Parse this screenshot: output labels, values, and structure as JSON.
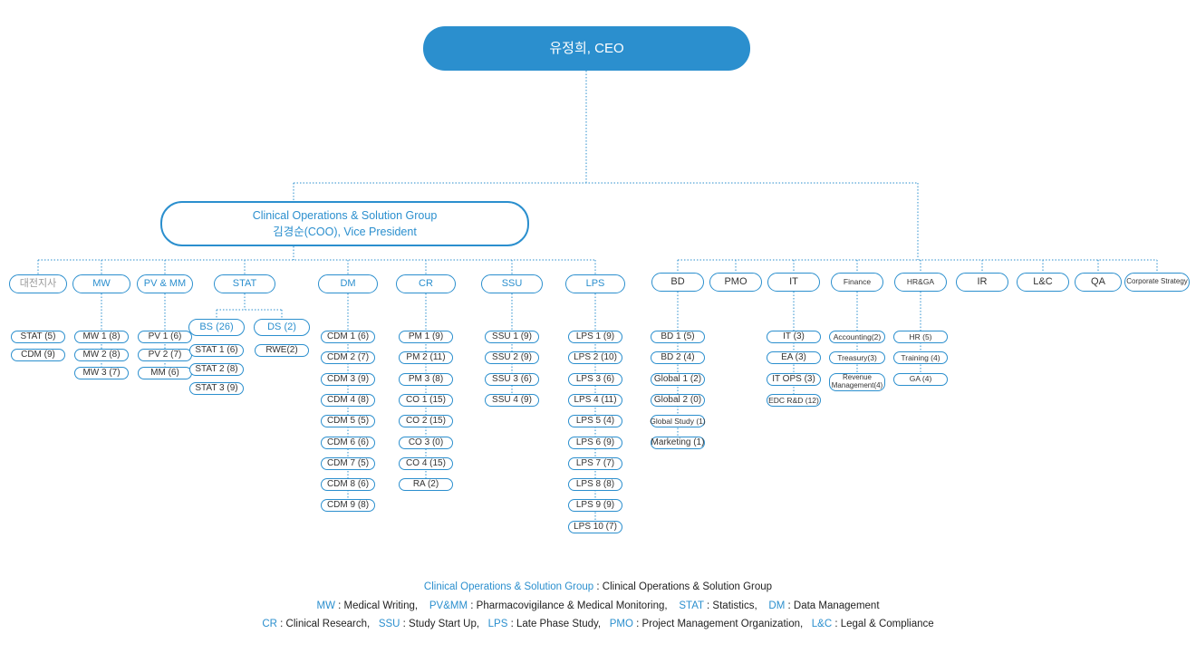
{
  "ceo": "유정희, CEO",
  "coo": {
    "line1": "Clinical Operations & Solution Group",
    "line2": "김경순(COO), Vice President"
  },
  "left_depts": [
    {
      "label": "대전지사",
      "teams": [
        "STAT (5)",
        "CDM (9)"
      ]
    },
    {
      "label": "MW",
      "teams": [
        "MW 1 (8)",
        "MW 2 (8)",
        "MW 3 (7)"
      ]
    },
    {
      "label": "PV & MM",
      "teams": [
        "PV 1 (6)",
        "PV 2 (7)",
        "MM (6)"
      ]
    },
    {
      "label": "STAT",
      "subgroups": [
        {
          "label": "BS (26)",
          "teams": [
            "STAT 1 (6)",
            "STAT 2 (8)",
            "STAT 3 (9)"
          ]
        },
        {
          "label": "DS (2)",
          "teams": [
            "RWE(2)"
          ]
        }
      ]
    },
    {
      "label": "DM",
      "teams": [
        "CDM 1 (6)",
        "CDM 2 (7)",
        "CDM 3 (9)",
        "CDM 4 (8)",
        "CDM 5 (5)",
        "CDM 6 (6)",
        "CDM 7 (5)",
        "CDM 8 (6)",
        "CDM 9 (8)"
      ]
    },
    {
      "label": "CR",
      "teams": [
        "PM 1 (9)",
        "PM 2 (11)",
        "PM 3 (8)",
        "CO 1 (15)",
        "CO 2 (15)",
        "CO 3 (0)",
        "CO 4 (15)",
        "RA (2)"
      ]
    },
    {
      "label": "SSU",
      "teams": [
        "SSU 1 (9)",
        "SSU 2 (9)",
        "SSU 3 (6)",
        "SSU 4 (9)"
      ]
    },
    {
      "label": "LPS",
      "teams": [
        "LPS 1 (9)",
        "LPS 2 (10)",
        "LPS 3 (6)",
        "LPS 4 (11)",
        "LPS 5 (4)",
        "LPS 6 (9)",
        "LPS 7 (7)",
        "LPS 8 (8)",
        "LPS 9 (9)",
        "LPS 10 (7)"
      ]
    }
  ],
  "right_depts": [
    {
      "label": "BD",
      "teams": [
        "BD 1 (5)",
        "BD 2 (4)",
        "Global 1 (2)",
        "Global 2 (0)",
        "Global Study (1)",
        "Marketing (1)"
      ]
    },
    {
      "label": "PMO",
      "teams": []
    },
    {
      "label": "IT",
      "teams": [
        "IT (3)",
        "EA (3)",
        "IT OPS (3)",
        "EDC R&D (12)"
      ]
    },
    {
      "label": "Finance",
      "teams": [
        "Accounting(2)",
        "Treasury(3)",
        "Revenue Management(4)"
      ]
    },
    {
      "label": "HR&GA",
      "teams": [
        "HR (5)",
        "Training (4)",
        "GA (4)"
      ]
    },
    {
      "label": "IR",
      "teams": []
    },
    {
      "label": "L&C",
      "teams": []
    },
    {
      "label": "QA",
      "teams": []
    },
    {
      "label": "Corporate Strategy",
      "teams": []
    }
  ],
  "legend": [
    [
      {
        "abbr": "Clinical Operations & Solution Group",
        "full": " : Clinical Operations & Solution Group"
      }
    ],
    [
      {
        "abbr": "MW",
        "full": " : Medical Writing,    "
      },
      {
        "abbr": "PV&MM",
        "full": " : Pharmacovigilance & Medical Monitoring,    "
      },
      {
        "abbr": "STAT",
        "full": " : Statistics,    "
      },
      {
        "abbr": "DM",
        "full": " : Data Management"
      }
    ],
    [
      {
        "abbr": "CR",
        "full": " : Clinical Research,   "
      },
      {
        "abbr": "SSU",
        "full": " : Study Start Up,   "
      },
      {
        "abbr": "LPS",
        "full": " : Late Phase Study,   "
      },
      {
        "abbr": "PMO",
        "full": " : Project Management Organization,   "
      },
      {
        "abbr": "L&C",
        "full": " : Legal & Compliance"
      }
    ]
  ],
  "colors": {
    "accent": "#2b8fce",
    "line": "#2b8fce"
  }
}
